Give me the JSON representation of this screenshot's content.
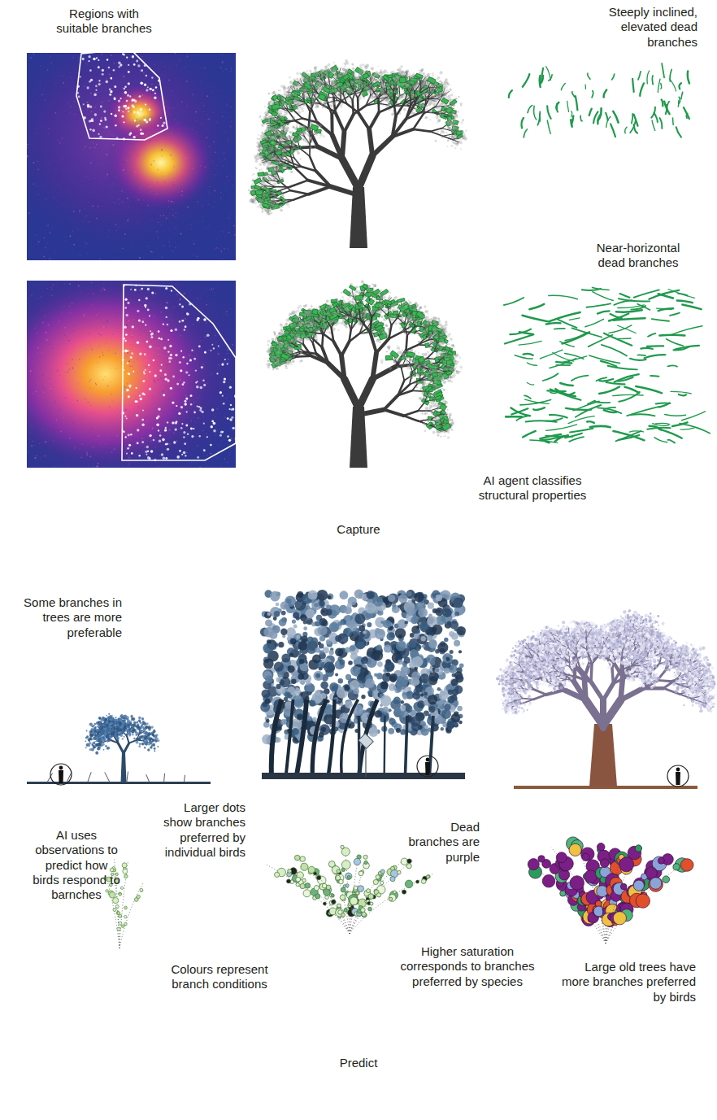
{
  "diagram": {
    "labels": [
      "Regions with suitable branches",
      "Steeply inclined, elevated dead branches",
      "Near-horizontal dead branches",
      "AI agent classifies structural properties",
      "Capture",
      "Some branches in trees are more preferable",
      "AI uses observations to predict how birds respond to barnches",
      "Larger dots show branches preferred by individual birds",
      "Dead branches are purple",
      "Colours represent branch conditions",
      "Higher saturation corresponds to branches preferred by species",
      "Large old trees have more branches preferred by birds",
      "Predict"
    ]
  }
}
